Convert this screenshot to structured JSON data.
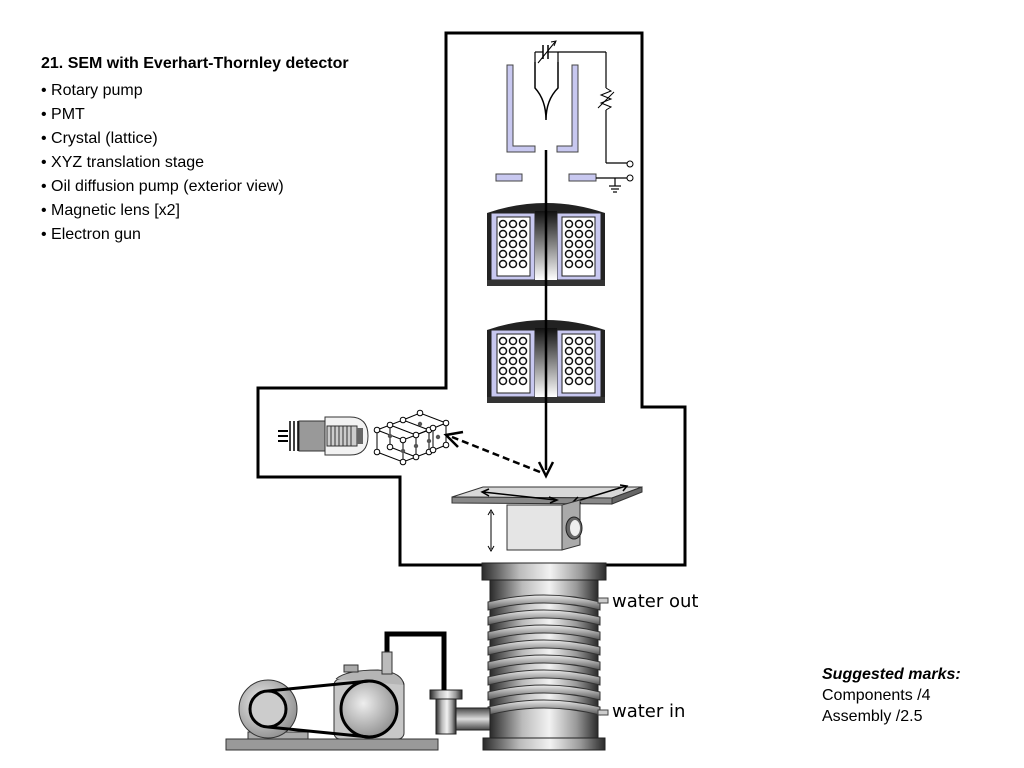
{
  "slide": {
    "title": "21. SEM with Everhart-Thornley detector",
    "components": [
      "Rotary pump",
      "PMT",
      "Crystal (lattice)",
      "XYZ translation stage",
      "Oil diffusion pump (exterior view)",
      "Magnetic lens [x2]",
      "Electron gun"
    ]
  },
  "labels": {
    "water_out": "water out",
    "water_in": "water in"
  },
  "marks": {
    "heading": "Suggested marks:",
    "components": "Components /4",
    "assembly": "Assembly /2.5"
  },
  "colors": {
    "lavender": "#c8c8f0",
    "steel_dark": "#333333",
    "steel_light": "#f0f0f0"
  }
}
